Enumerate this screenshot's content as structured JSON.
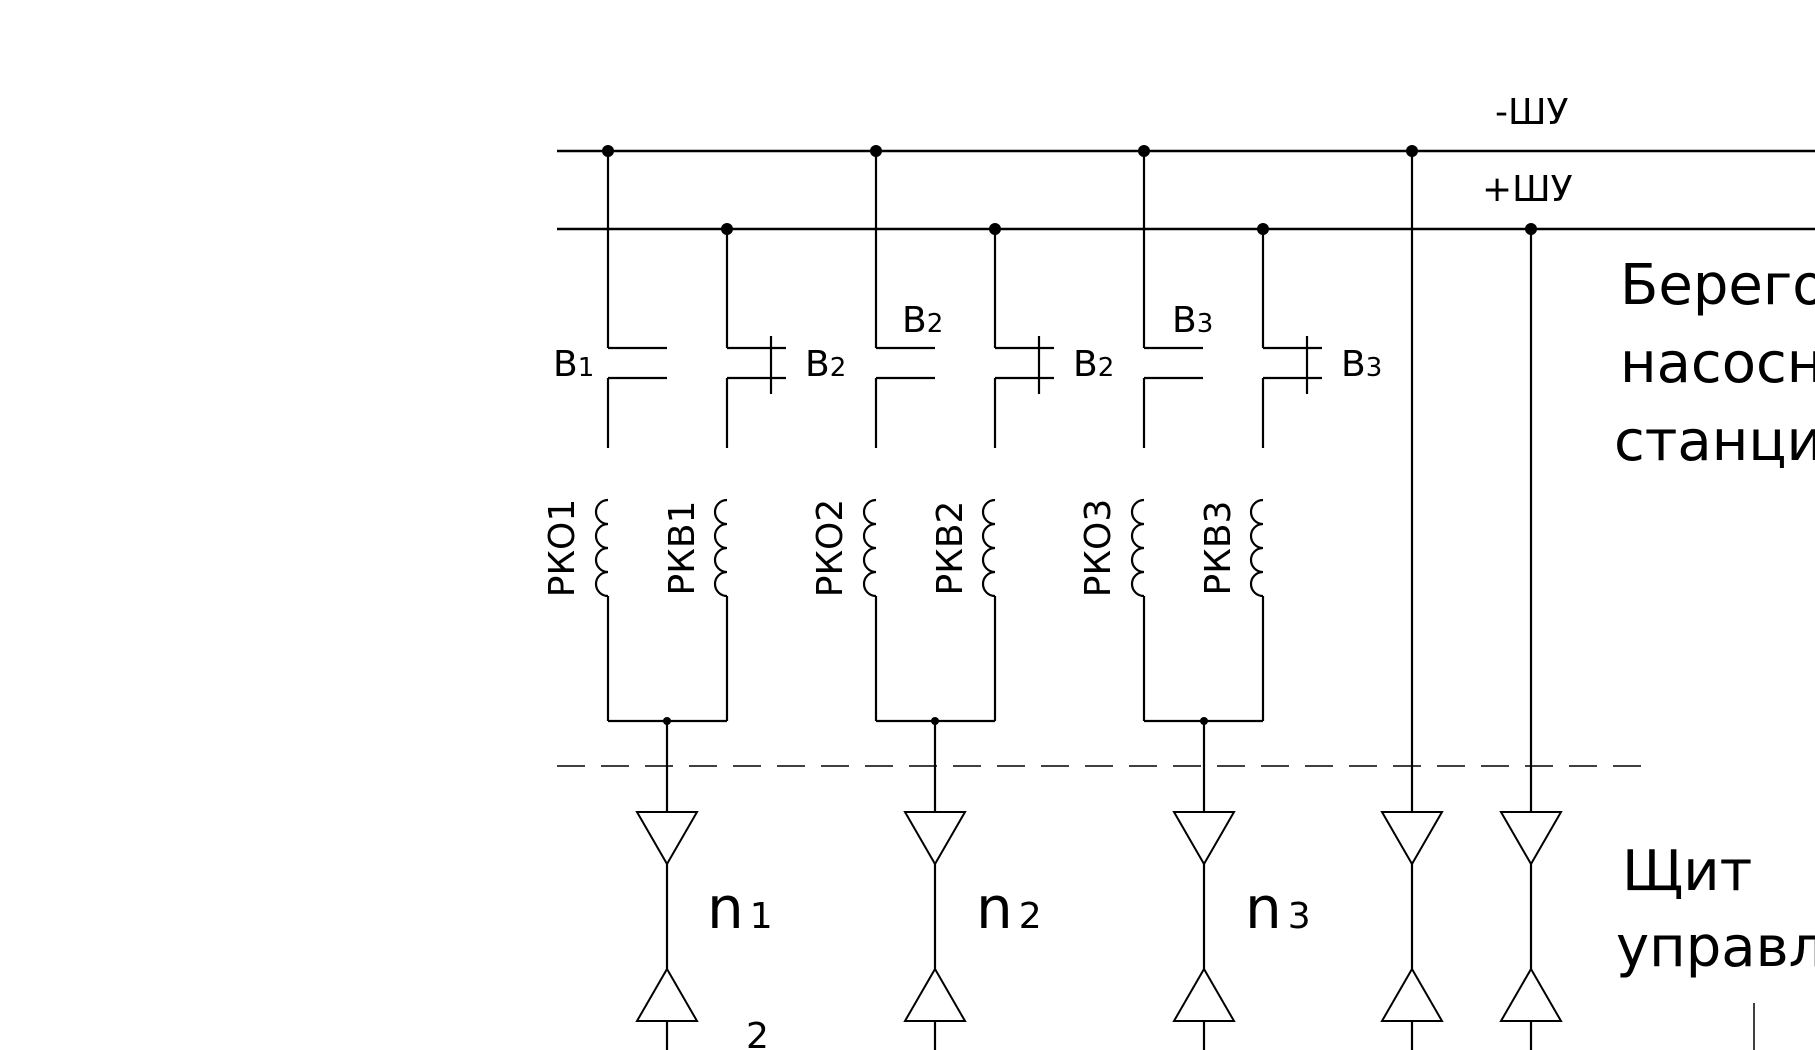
{
  "rails": {
    "minus": "-ШУ",
    "plus": "+ШУ"
  },
  "zones": {
    "shore_line1": "Берего",
    "shore_line2": "насосн",
    "shore_line3": "станци",
    "panel_line1": "Щит",
    "panel_line2": "управл"
  },
  "branches": [
    {
      "contact_left": "В",
      "contact_left_sub": "1",
      "contact_right": "В",
      "contact_right_sub": "2",
      "coil_left": "РКО1",
      "coil_right": "РКВ1",
      "link": "n",
      "link_sub": "1"
    },
    {
      "contact_top": "В",
      "contact_top_sub": "2",
      "contact_right": "В",
      "contact_right_sub": "2",
      "coil_left": "РКО2",
      "coil_right": "РКВ2",
      "link": "n",
      "link_sub": "2"
    },
    {
      "contact_top": "В",
      "contact_top_sub": "3",
      "contact_right": "В",
      "contact_right_sub": "3",
      "coil_left": "РКО3",
      "coil_right": "РКВ3",
      "link": "n",
      "link_sub": "3"
    }
  ],
  "bottom_label": "2"
}
